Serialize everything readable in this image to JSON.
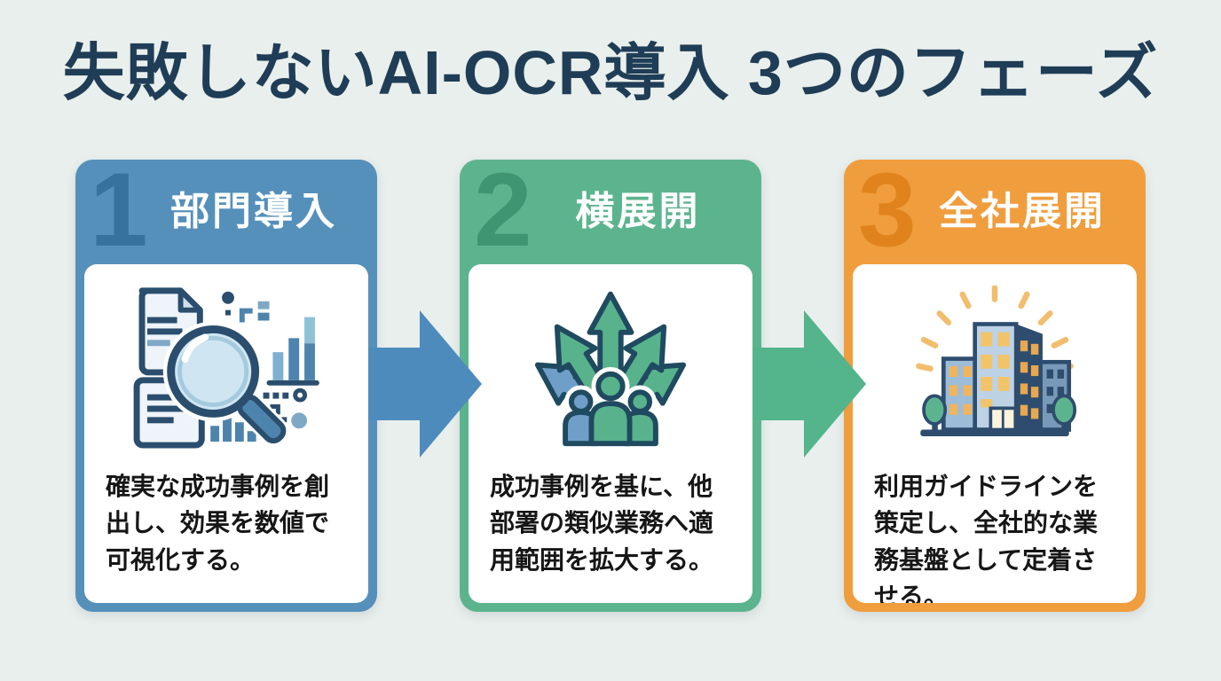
{
  "page": {
    "title": "失敗しないAI-OCR導入 3つのフェーズ",
    "background_color": "#e9efec",
    "title_color": "#1f3d56"
  },
  "phases": [
    {
      "number": "1",
      "title": "部門導入",
      "description": "確実な成功事例を創出し、効果を数値で可視化する。",
      "accent_color": "#5590bb",
      "number_color": "#37719e",
      "icon": "magnifier-documents-analysis-icon"
    },
    {
      "number": "2",
      "title": "横展開",
      "description": "成功事例を基に、他部署の類似業務へ適用範囲を拡大する。",
      "accent_color": "#5cb48e",
      "number_color": "#3f9572",
      "icon": "branching-arrows-people-icon"
    },
    {
      "number": "3",
      "title": "全社展開",
      "description": "利用ガイドラインを策定し、全社的な業務基盤として定着させる。",
      "accent_color": "#f09d3d",
      "number_color": "#e0831c",
      "icon": "office-building-icon"
    }
  ],
  "connectors": [
    {
      "icon": "right-arrow",
      "color": "#4e8bbd"
    },
    {
      "icon": "right-arrow",
      "color": "#54b48b"
    }
  ]
}
